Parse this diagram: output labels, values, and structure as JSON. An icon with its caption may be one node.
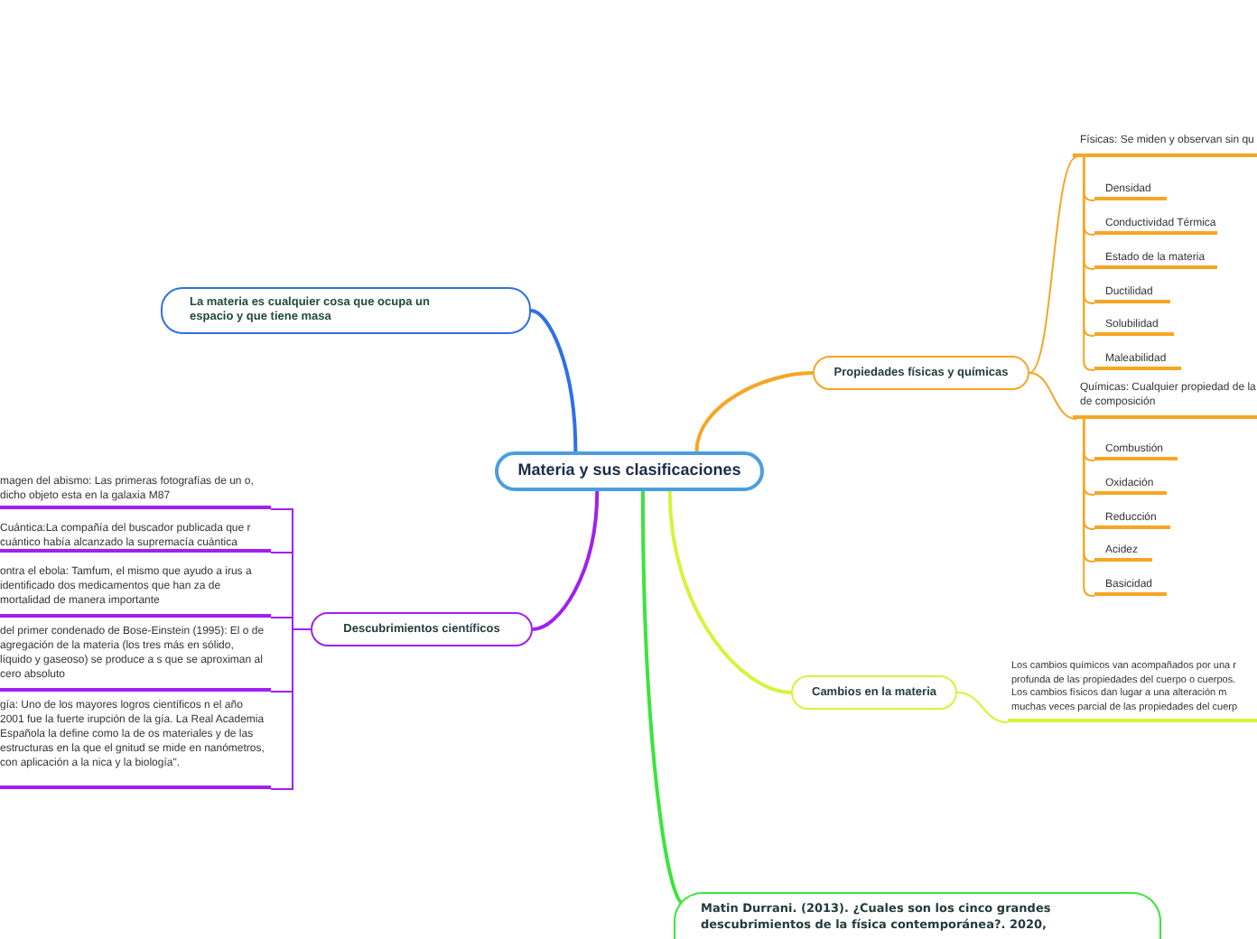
{
  "diagram": {
    "nodes": [
      {
        "text": [
          "Materia y sus clasificaciones"
        ]
      },
      {
        "text": [
          "La materia es cualquier cosa que ocupa un espacio y que tiene masa"
        ]
      },
      {
        "text": [
          "Propiedades físicas y químicas"
        ]
      },
      {
        "text": [
          "Físicas: Se miden y observan sin qu"
        ]
      },
      {
        "text": [
          "Densidad"
        ]
      },
      {
        "text": [
          "Conductividad Térmica"
        ]
      },
      {
        "text": [
          "Estado de la materia"
        ]
      },
      {
        "text": [
          "Ductilidad"
        ]
      },
      {
        "text": [
          "Solubilidad"
        ]
      },
      {
        "text": [
          "Maleabilidad"
        ]
      },
      {
        "text": [
          "Químicas: Cualquier propiedad de la de composición"
        ]
      },
      {
        "text": [
          "Combustión"
        ]
      },
      {
        "text": [
          "Oxidación"
        ]
      },
      {
        "text": [
          "Reducción"
        ]
      },
      {
        "text": [
          "Acidez"
        ]
      },
      {
        "text": [
          "Basicidad"
        ]
      },
      {
        "text": [
          "Cambios en la materia"
        ]
      },
      {
        "text": [
          "Los cambios químicos van acompañados por una r profunda de las propiedades del cuerpo o cuerpos.",
          "Los cambios físicos dan lugar a una alteración m muchas veces parcial de las propiedades del cuerp"
        ]
      },
      {
        "text": [
          "Descubrimientos científicos"
        ]
      },
      {
        "text": [
          "magen del abismo: Las primeras fotografías de un o, dicho objeto esta en la galaxia M87"
        ]
      },
      {
        "text": [
          "Cuántica:La compañía del buscador publicada que r cuántico había alcanzado la supremacía cuántica"
        ]
      },
      {
        "text": [
          "ontra el ebola: Tamfum, el mismo que ayudo a irus a identificado dos medicamentos que han za de mortalidad de manera importante"
        ]
      },
      {
        "text": [
          "del primer condenado de Bose-Einstein (1995): El o de agregación de la materia (los tres más en sólido, líquido y gaseoso) se produce a s que se aproximan al cero absoluto"
        ]
      },
      {
        "text": [
          "gía: Uno de los mayores logros científicos n el año 2001 fue la fuerte irupción de la gía. La Real Academia Española la define como la de os materiales y de las estructuras en la que el gnitud se mide en nanómetros, con aplicación a la nica y la biología\"."
        ]
      },
      {
        "text": [
          "Matin Durrani. (2013). ¿Cuales son los cinco grandes descubrimientos de la física contemporánea?. 2020,"
        ]
      }
    ],
    "edges": [
      {
        "from": 0,
        "to": 1,
        "arrow": "none",
        "color": "#2f6fe8"
      },
      {
        "from": 0,
        "to": 2,
        "arrow": "none"
      },
      {
        "from": 2,
        "to": 3,
        "arrow": "none"
      },
      {
        "from": 3,
        "to": 4,
        "arrow": "none"
      },
      {
        "from": 3,
        "to": 5,
        "arrow": "none"
      },
      {
        "from": 3,
        "to": 6,
        "arrow": "none"
      },
      {
        "from": 3,
        "to": 7,
        "arrow": "none"
      },
      {
        "from": 3,
        "to": 8,
        "arrow": "none"
      },
      {
        "from": 3,
        "to": 9,
        "arrow": "none"
      },
      {
        "from": 2,
        "to": 10,
        "arrow": "none"
      },
      {
        "from": 10,
        "to": 11,
        "arrow": "none"
      },
      {
        "from": 10,
        "to": 12,
        "arrow": "none"
      },
      {
        "from": 10,
        "to": 13,
        "arrow": "none"
      },
      {
        "from": 10,
        "to": 14,
        "arrow": "none"
      },
      {
        "from": 10,
        "to": 15,
        "arrow": "none"
      },
      {
        "from": 0,
        "to": 16,
        "arrow": "none",
        "color": "#d9f23a"
      },
      {
        "from": 16,
        "to": 17,
        "arrow": "none",
        "color": "#d9f23a"
      },
      {
        "from": 0,
        "to": 18,
        "arrow": "none",
        "color": "#a020f0"
      },
      {
        "from": 18,
        "to": 19,
        "arrow": "none",
        "color": "#a020f0"
      },
      {
        "from": 18,
        "to": 20,
        "arrow": "none",
        "color": "#a020f0"
      },
      {
        "from": 18,
        "to": 21,
        "arrow": "none",
        "color": "#a020f0"
      },
      {
        "from": 18,
        "to": 22,
        "arrow": "none",
        "color": "#a020f0"
      },
      {
        "from": 18,
        "to": 23,
        "arrow": "none",
        "color": "#a020f0"
      },
      {
        "from": 0,
        "to": 24,
        "arrow": "none",
        "color": "#3ce43c"
      }
    ]
  }
}
